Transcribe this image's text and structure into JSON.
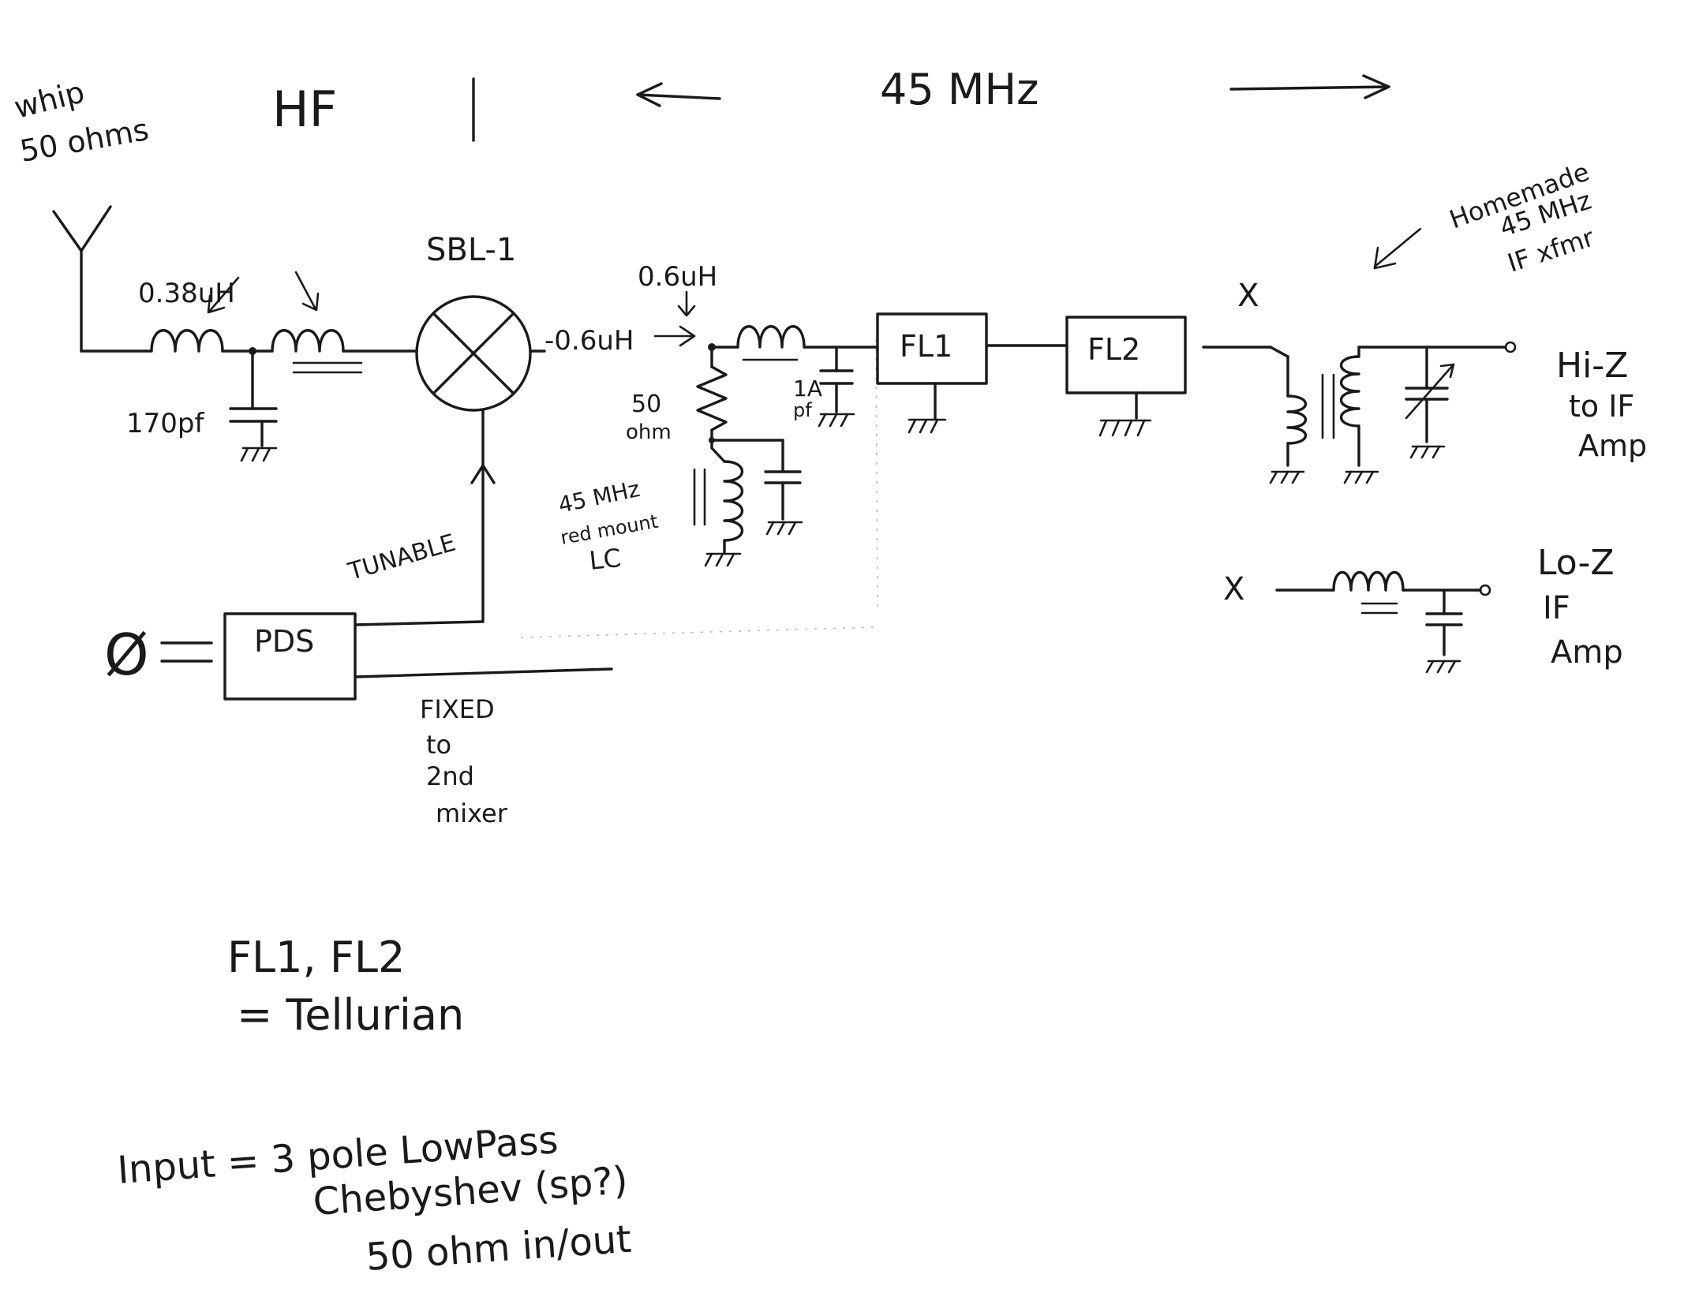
{
  "colors": {
    "ink": "#1a1a1a",
    "paper": "#ffffff",
    "guide": "#b8b8b8"
  },
  "header": {
    "antenna_line1": "whip",
    "antenna_line2": "50 ohms",
    "band_label": "HF",
    "if_freq": "45 MHz"
  },
  "front_end": {
    "l1_value": "0.38uH",
    "c1_value": "170pf",
    "mixer_label": "SBL-1",
    "l2_value": "-0.6uH",
    "l3_value": "0.6uH",
    "r_value_line1": "50",
    "r_value_line2": "ohm",
    "c2_value_line1": "1A",
    "c2_value_line1_note": "",
    "c2_value_line2": "pf",
    "resonator_line1": "45 MHz",
    "resonator_line2": "red mount",
    "resonator_line3": "LC"
  },
  "filters": {
    "fl1_label": "FL1",
    "fl2_label": "FL2"
  },
  "if_transformer": {
    "note_line1": "Homemade",
    "note_line2": "45 MHz",
    "note_line3": "IF xfmr",
    "x_mark": "X",
    "output_line1": "Hi-Z",
    "output_line2": "to IF",
    "output_line3": "Amp"
  },
  "lo_z_path": {
    "x_mark": "X",
    "output_line1": "Lo-Z",
    "output_line2": "IF",
    "output_line3": "Amp"
  },
  "oscillator": {
    "phi_symbol": "Ø",
    "block_label": "PDS",
    "tunable_label": "TUNABLE",
    "fixed_line1": "FIXED",
    "fixed_line2": "to",
    "fixed_line3": "2nd",
    "fixed_line4": "mixer"
  },
  "notes": {
    "filters_line1": "FL1, FL2",
    "filters_line2": "= Tellurian",
    "input_line1": "Input = 3 pole LowPass",
    "input_line2": "Chebyshev (sp?)",
    "input_line3": "50 ohm in/out"
  }
}
